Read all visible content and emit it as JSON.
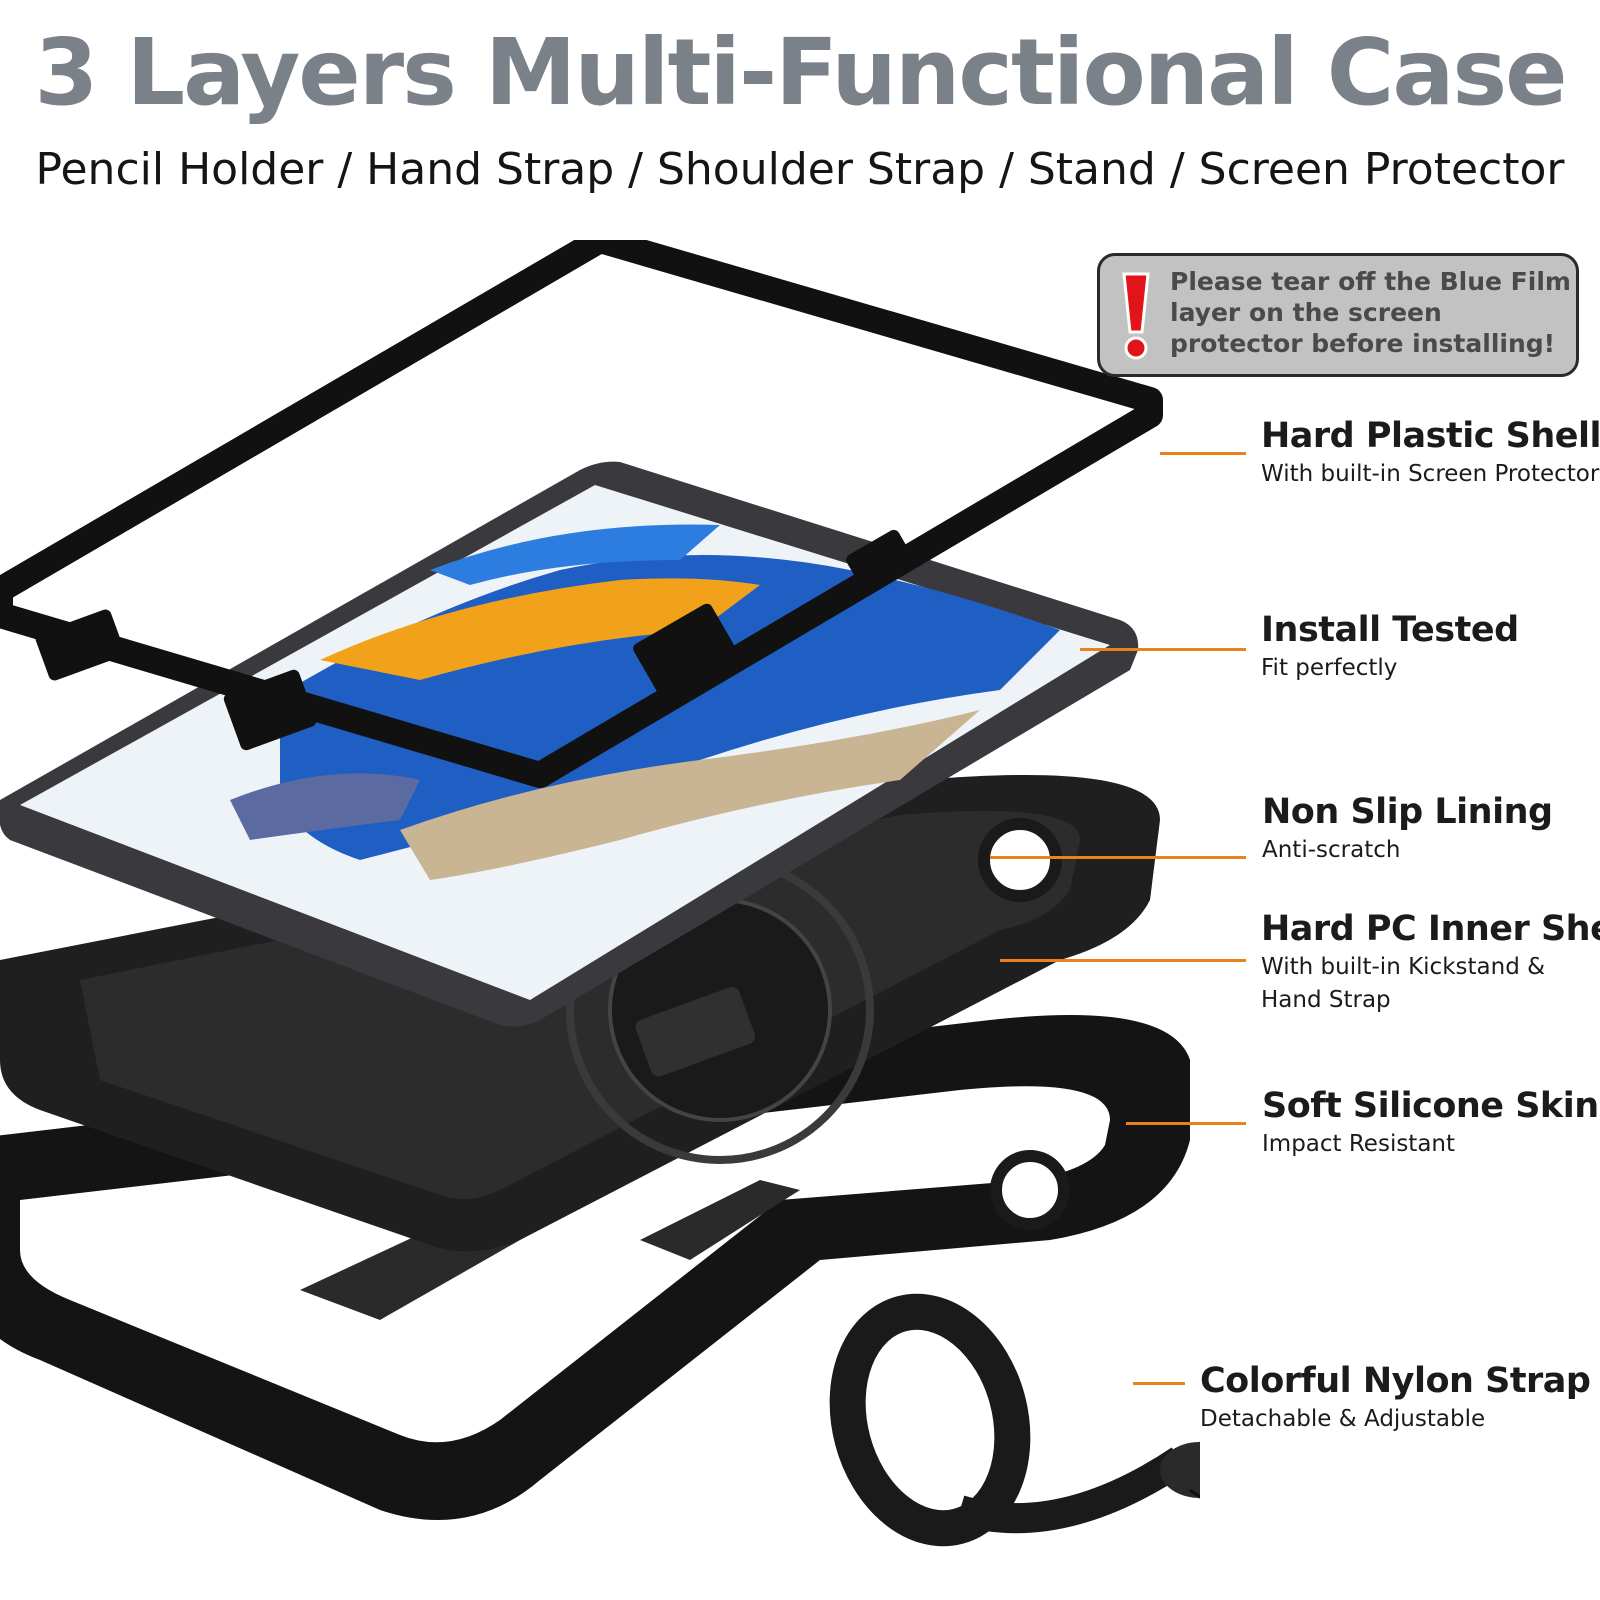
{
  "header": {
    "title": "3 Layers Multi-Functional Case",
    "subtitle": "Pencil Holder / Hand Strap / Shoulder Strap / Stand / Screen Protector"
  },
  "warning": {
    "icon": "exclamation-icon",
    "text": "Please tear off the Blue Film layer on the screen protector before installing!"
  },
  "features": [
    {
      "title": "Hard Plastic Shell",
      "desc": [
        "With built-in Screen Protector"
      ]
    },
    {
      "title": "Install Tested",
      "desc": [
        "Fit perfectly"
      ]
    },
    {
      "title": "Non Slip Lining",
      "desc": [
        "Anti-scratch"
      ]
    },
    {
      "title": "Hard PC Inner Shell",
      "desc": [
        "With built-in Kickstand &",
        "Hand Strap"
      ]
    },
    {
      "title": "Soft Silicone Skin",
      "desc": [
        "Impact Resistant"
      ]
    },
    {
      "title": "Colorful Nylon Strap",
      "desc": [
        "Detachable & Adjustable"
      ]
    }
  ],
  "colors": {
    "title": "#7b8189",
    "leader": "#e8821e",
    "warning_box": "#c2c2c2",
    "warning_icon": "#e0141a"
  }
}
